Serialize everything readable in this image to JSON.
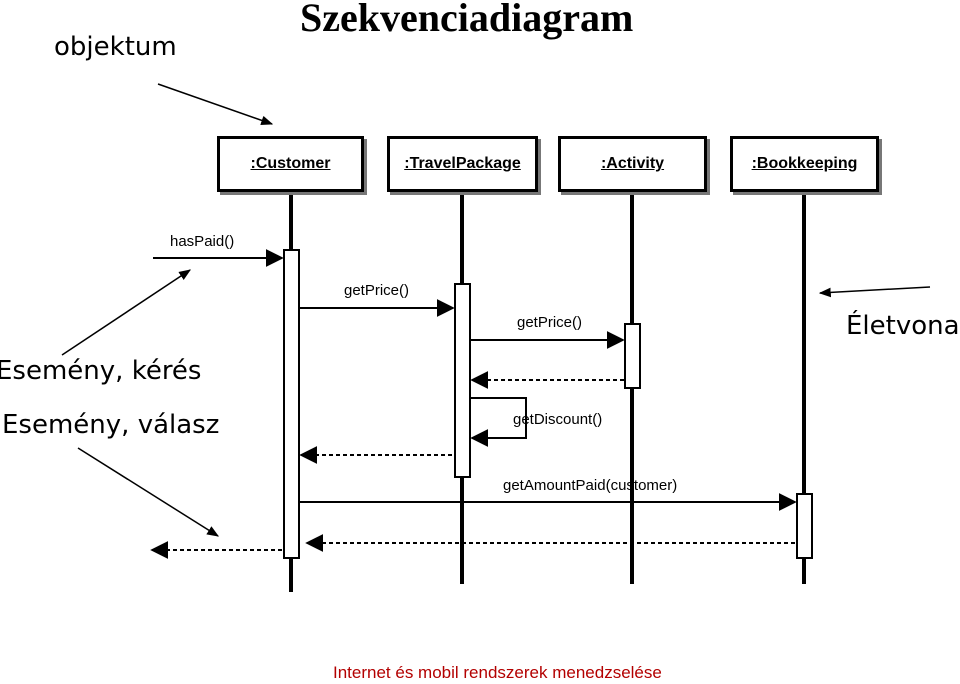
{
  "title": "Szekvenciadiagram",
  "annotations": {
    "object": "objektum",
    "event_request": "Esemény, kérés",
    "event_response": "Esemény, válasz",
    "lifeline": "Életvonal"
  },
  "objects": [
    ":Customer",
    ":TravelPackage",
    ":Activity",
    ":Bookkeeping"
  ],
  "messages": {
    "has_paid": "hasPaid()",
    "get_price_1": "getPrice()",
    "get_price_2": "getPrice()",
    "get_discount": "getDiscount()",
    "get_amount_paid": "getAmountPaid(customer)"
  },
  "footer": "Internet és mobil rendszerek menedzselése"
}
